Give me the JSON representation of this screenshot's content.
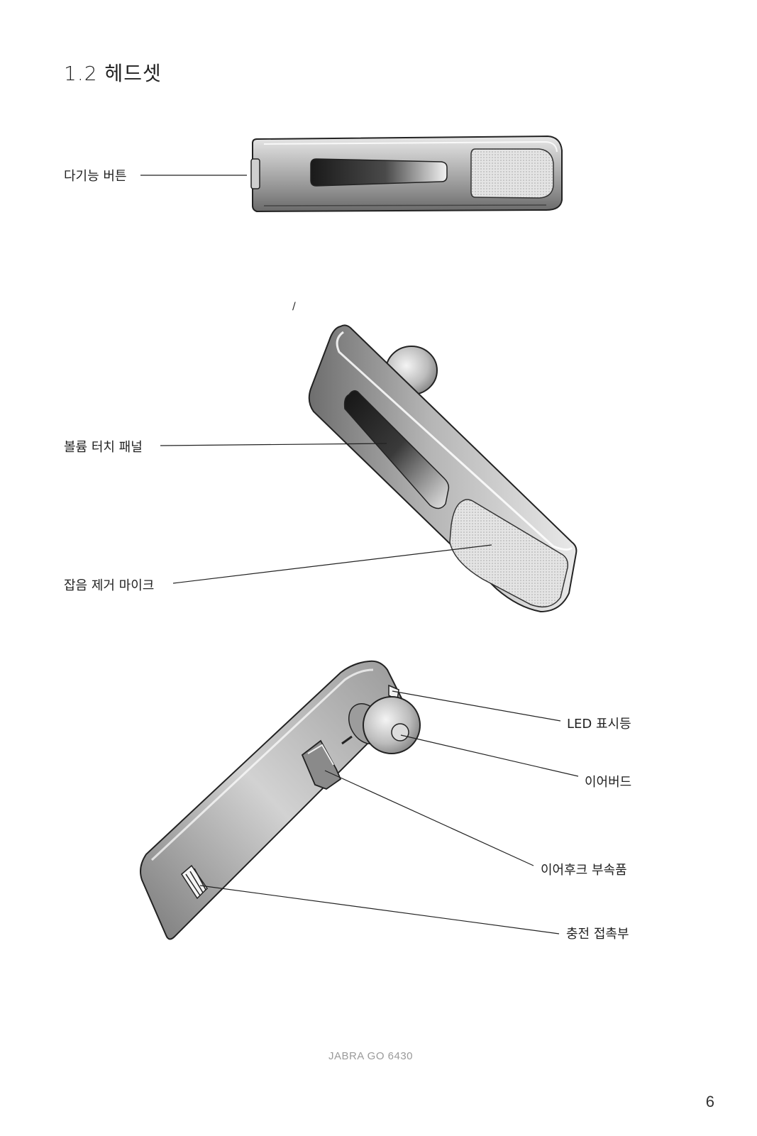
{
  "section": {
    "title": "1.2  헤드셋"
  },
  "labels": {
    "multi_function_button": "다기능 버튼",
    "volume_touch_panel": "볼륨 터치 패널",
    "noise_cancel_mic": "잡음 제거 마이크",
    "led_indicator": "LED 표시등",
    "earbud": "이어버드",
    "earhook_attachment": "이어후크 부속품",
    "charging_contacts": "충전 접촉부"
  },
  "stray_mark": "/",
  "footer": {
    "product": "JABRA GO 6430",
    "page": "6"
  }
}
